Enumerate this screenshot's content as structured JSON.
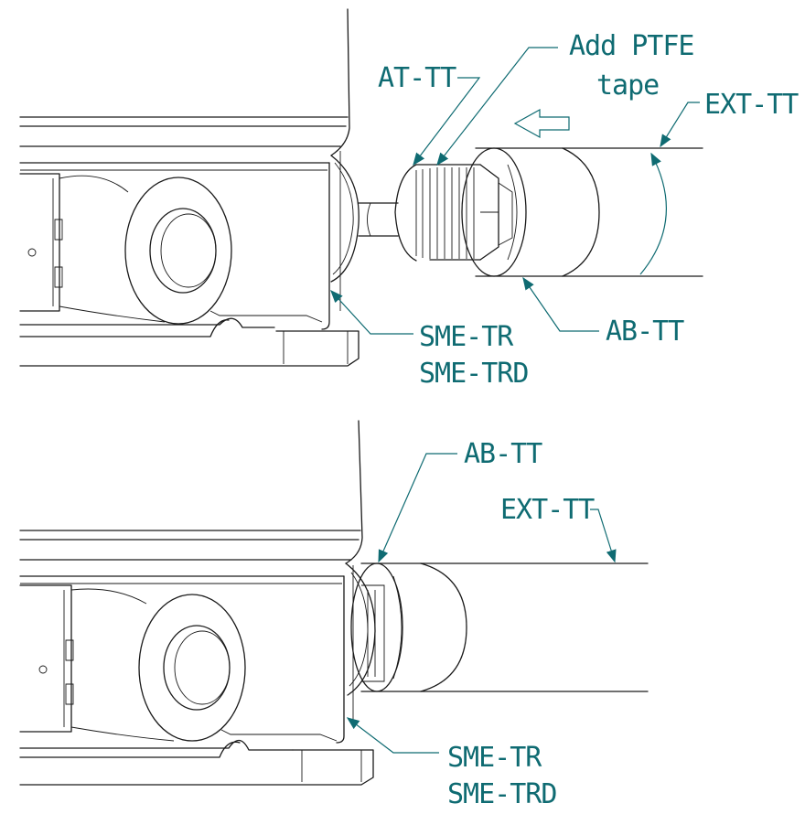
{
  "top": {
    "labels": {
      "at_tt": "AT-TT",
      "add_ptfe_1": "Add PTFE",
      "add_ptfe_2": "tape",
      "ext_tt": "EXT-TT",
      "ab_tt": "AB-TT",
      "sme_tr": "SME-TR",
      "sme_trd": "SME-TRD"
    }
  },
  "bottom": {
    "labels": {
      "ab_tt": "AB-TT",
      "ext_tt": "EXT-TT",
      "sme_tr": "SME-TR",
      "sme_trd": "SME-TRD"
    }
  },
  "colors": {
    "callout": "#0f6b72",
    "line": "#1a1a1a"
  }
}
